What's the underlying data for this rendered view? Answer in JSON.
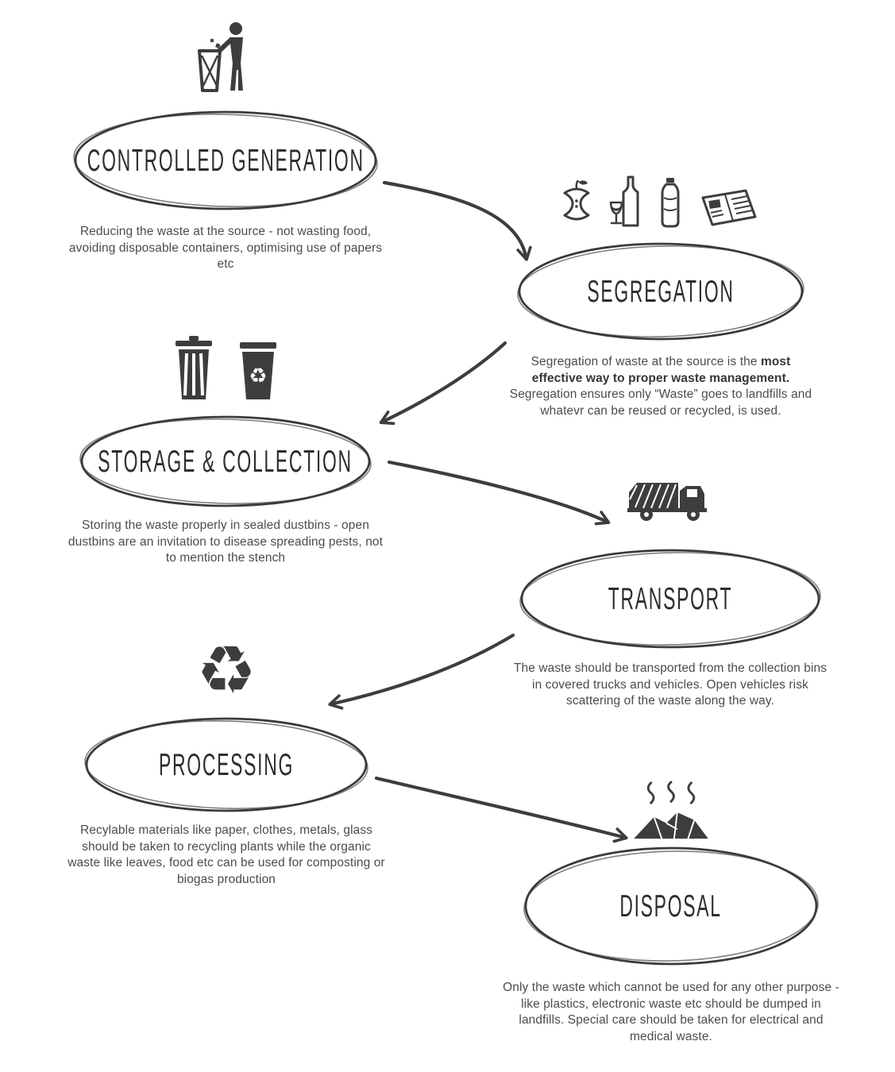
{
  "colors": {
    "ink": "#3d3d3d",
    "text": "#4c4c4c"
  },
  "glyphs": {
    "recycle": "♻"
  },
  "steps": [
    {
      "title": "CONTROLLED GENERATION",
      "icon": "person-throwing-trash",
      "description": "Reducing the waste at the source - not wasting food, avoiding disposable containers, optimising use of papers etc"
    },
    {
      "title": "SEGREGATION",
      "icons": [
        "apple-core",
        "wine-bottle-and-glass",
        "water-bottle",
        "newspaper"
      ],
      "description_pre": "Segregation of waste at the source is the ",
      "description_bold": "most effective way to proper waste management.",
      "description_post": " Segregation ensures only “Waste” goes to landfills and whatevr can be reused or recycled, is used."
    },
    {
      "title": "STORAGE & COLLECTION",
      "icons": [
        "trash-can",
        "recycle-bin"
      ],
      "description": "Storing the waste properly in sealed dustbins - open dustbins are an invitation to disease spreading pests, not to mention the stench"
    },
    {
      "title": "TRANSPORT",
      "icon": "garbage-truck",
      "description": "The waste should be transported from the collection bins in covered trucks and vehicles. Open vehicles risk scattering of the waste along the way."
    },
    {
      "title": "PROCESSING",
      "icon": "recycling-symbol",
      "icon_glyph": "♻",
      "description": "Recylable materials like paper, clothes, metals, glass should be taken to recycling plants while the organic waste like leaves, food etc can be used for composting or biogas production"
    },
    {
      "title": "DISPOSAL",
      "icon": "landfill",
      "description": "Only the waste which cannot be used for any other purpose - like plastics, electronic waste etc should be dumped in landfills. Special care should be taken for electrical and medical waste."
    }
  ]
}
